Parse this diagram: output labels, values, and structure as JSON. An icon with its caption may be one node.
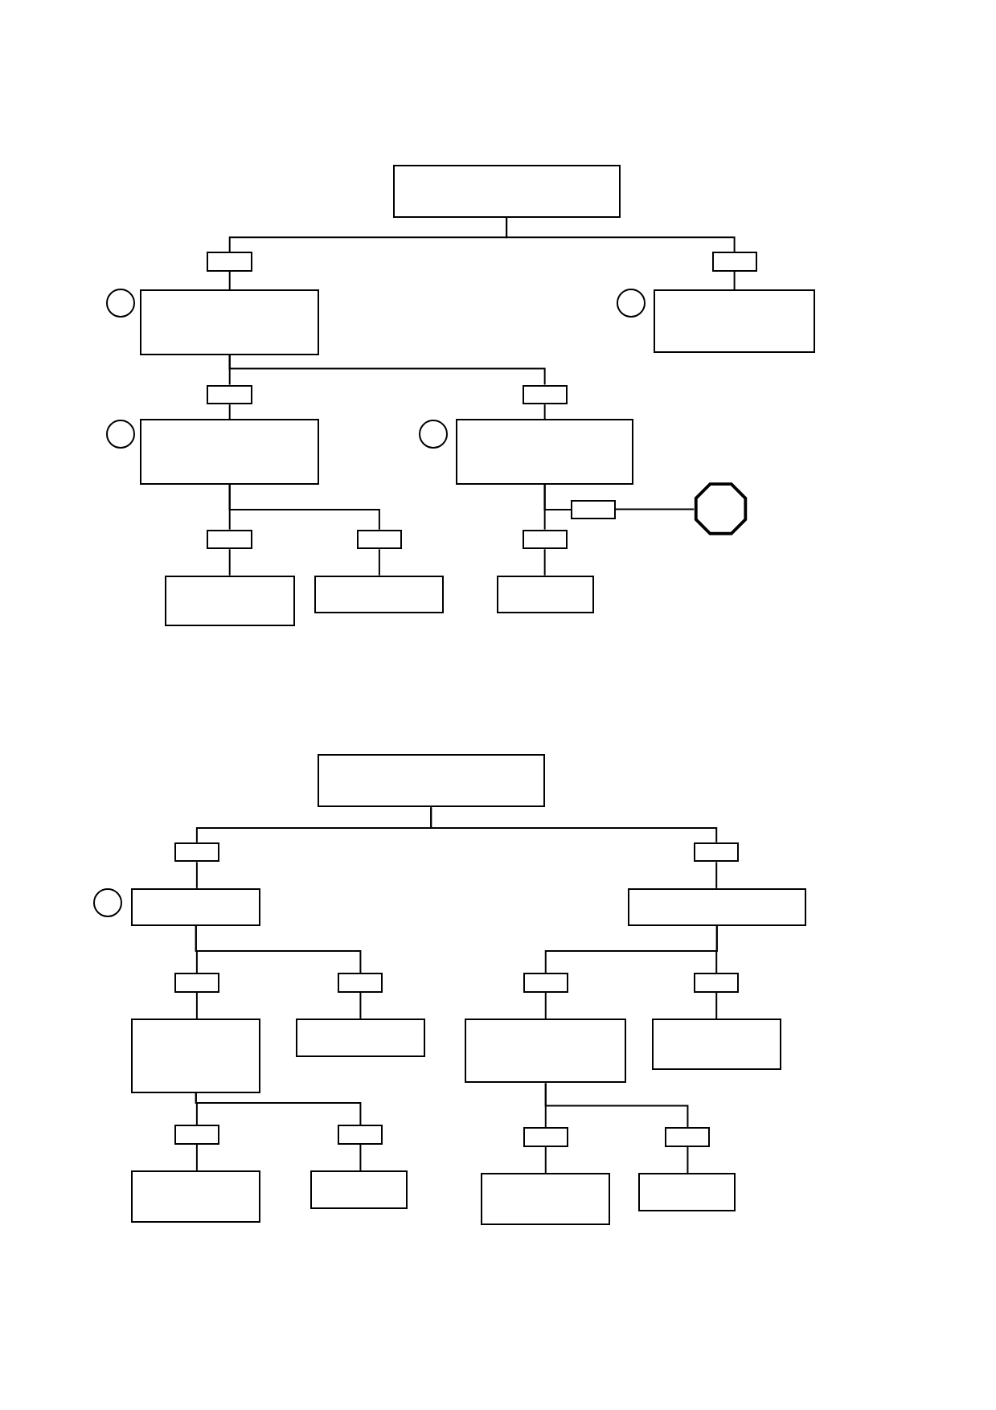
{
  "diagram": {
    "nodes": [
      {
        "text": [],
        "shape": "box"
      },
      {
        "text": [],
        "shape": "box"
      },
      {
        "text": [],
        "shape": "box"
      },
      {
        "text": [],
        "shape": "circle"
      },
      {
        "text": [],
        "shape": "box"
      },
      {
        "text": [],
        "shape": "circle"
      },
      {
        "text": [],
        "shape": "box"
      },
      {
        "text": [],
        "shape": "box"
      },
      {
        "text": [],
        "shape": "box"
      },
      {
        "text": [],
        "shape": "circle"
      },
      {
        "text": [],
        "shape": "box"
      },
      {
        "text": [],
        "shape": "circle"
      },
      {
        "text": [],
        "shape": "box"
      },
      {
        "text": [],
        "shape": "box"
      },
      {
        "text": [],
        "shape": "octagon"
      },
      {
        "text": [],
        "shape": "box"
      },
      {
        "text": [],
        "shape": "box"
      },
      {
        "text": [],
        "shape": "box"
      },
      {
        "text": [],
        "shape": "box"
      },
      {
        "text": [],
        "shape": "box"
      },
      {
        "text": [],
        "shape": "box"
      },
      {
        "text": [],
        "shape": "box"
      },
      {
        "text": [],
        "shape": "box"
      },
      {
        "text": [],
        "shape": "box"
      },
      {
        "text": [],
        "shape": "circle"
      },
      {
        "text": [],
        "shape": "box"
      },
      {
        "text": [],
        "shape": "box"
      },
      {
        "text": [],
        "shape": "box"
      },
      {
        "text": [],
        "shape": "box"
      },
      {
        "text": [],
        "shape": "box"
      },
      {
        "text": [],
        "shape": "box"
      },
      {
        "text": [],
        "shape": "box"
      },
      {
        "text": [],
        "shape": "box"
      },
      {
        "text": [],
        "shape": "box"
      },
      {
        "text": [],
        "shape": "box"
      },
      {
        "text": [],
        "shape": "box"
      },
      {
        "text": [],
        "shape": "box"
      },
      {
        "text": [],
        "shape": "box"
      },
      {
        "text": [],
        "shape": "box"
      },
      {
        "text": [],
        "shape": "box"
      },
      {
        "text": [],
        "shape": "box"
      },
      {
        "text": [],
        "shape": "box"
      },
      {
        "text": [],
        "shape": "box"
      }
    ],
    "edges": [
      {
        "from": 0,
        "to": 1,
        "arrow": "none"
      },
      {
        "from": 0,
        "to": 2,
        "arrow": "none"
      },
      {
        "from": 1,
        "to": 4,
        "arrow": "none"
      },
      {
        "from": 2,
        "to": 6,
        "arrow": "none"
      },
      {
        "from": 4,
        "to": 7,
        "arrow": "none"
      },
      {
        "from": 4,
        "to": 8,
        "arrow": "none"
      },
      {
        "from": 7,
        "to": 10,
        "arrow": "none"
      },
      {
        "from": 8,
        "to": 12,
        "arrow": "none"
      },
      {
        "from": 12,
        "to": 13,
        "arrow": "none"
      },
      {
        "from": 13,
        "to": 14,
        "arrow": "none"
      },
      {
        "from": 10,
        "to": 15,
        "arrow": "none"
      },
      {
        "from": 10,
        "to": 16,
        "arrow": "none"
      },
      {
        "from": 15,
        "to": 18,
        "arrow": "none"
      },
      {
        "from": 16,
        "to": 19,
        "arrow": "none"
      },
      {
        "from": 12,
        "to": 17,
        "arrow": "none"
      },
      {
        "from": 17,
        "to": 20,
        "arrow": "none"
      },
      {
        "from": 21,
        "to": 22,
        "arrow": "none"
      },
      {
        "from": 21,
        "to": 23,
        "arrow": "none"
      },
      {
        "from": 22,
        "to": 25,
        "arrow": "none"
      },
      {
        "from": 23,
        "to": 26,
        "arrow": "none"
      },
      {
        "from": 25,
        "to": 27,
        "arrow": "none"
      },
      {
        "from": 25,
        "to": 28,
        "arrow": "none"
      },
      {
        "from": 26,
        "to": 29,
        "arrow": "none"
      },
      {
        "from": 26,
        "to": 30,
        "arrow": "none"
      },
      {
        "from": 27,
        "to": 31,
        "arrow": "none"
      },
      {
        "from": 28,
        "to": 32,
        "arrow": "none"
      },
      {
        "from": 29,
        "to": 33,
        "arrow": "none"
      },
      {
        "from": 30,
        "to": 34,
        "arrow": "none"
      },
      {
        "from": 31,
        "to": 35,
        "arrow": "none"
      },
      {
        "from": 31,
        "to": 36,
        "arrow": "none"
      },
      {
        "from": 33,
        "to": 37,
        "arrow": "none"
      },
      {
        "from": 33,
        "to": 38,
        "arrow": "none"
      },
      {
        "from": 35,
        "to": 39,
        "arrow": "none"
      },
      {
        "from": 36,
        "to": 40,
        "arrow": "none"
      },
      {
        "from": 37,
        "to": 41,
        "arrow": "none"
      },
      {
        "from": 38,
        "to": 42,
        "arrow": "none"
      }
    ]
  }
}
